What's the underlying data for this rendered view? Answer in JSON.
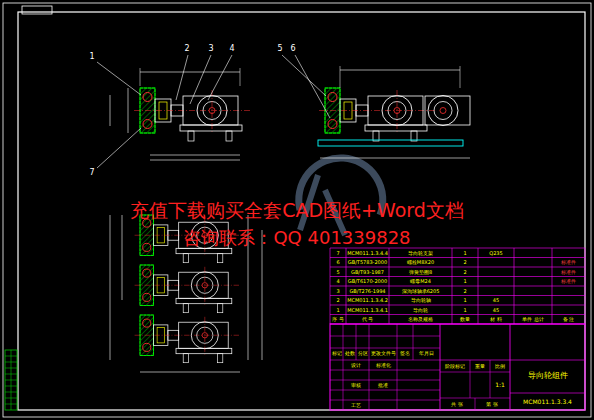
{
  "diagram": {
    "labels": [
      "1",
      "2",
      "3",
      "4",
      "5",
      "6",
      "7",
      "充值下载购买全套CAD图纸+Word文档",
      "咨询联系：QQ 401339828",
      "7",
      "MCM011.1.3.4.4",
      "导向轮支架",
      "1",
      "Q235",
      "6",
      "GB/T5783-2000",
      "螺栓M8X20",
      "2",
      "标准件",
      "5",
      "GB/T93-1987",
      "弹簧垫圈8",
      "2",
      "标准件",
      "4",
      "GB/T6170-2000",
      "螺母M24",
      "1",
      "标准件",
      "3",
      "GB/T276-1994",
      "深沟球轴承6205",
      "2",
      "2",
      "MCM011.1.3.4.2",
      "导向轮轴",
      "1",
      "45",
      "1",
      "MCM011.1.3.4.1",
      "导向轮",
      "1",
      "45",
      "序 号",
      "代 号",
      "名称及规格",
      "数量",
      "材 料",
      "单件 总计",
      "备 注",
      "标记",
      "处数",
      "分区",
      "更改文件号",
      "签名",
      "年月日",
      "设计",
      "标准化",
      "审核",
      "批准",
      "工艺",
      "阶段标记",
      "重量",
      "比例",
      "1:1",
      "共 张",
      "第 张",
      "导向轮组件",
      "MCM011.1.3.3.4"
    ]
  }
}
